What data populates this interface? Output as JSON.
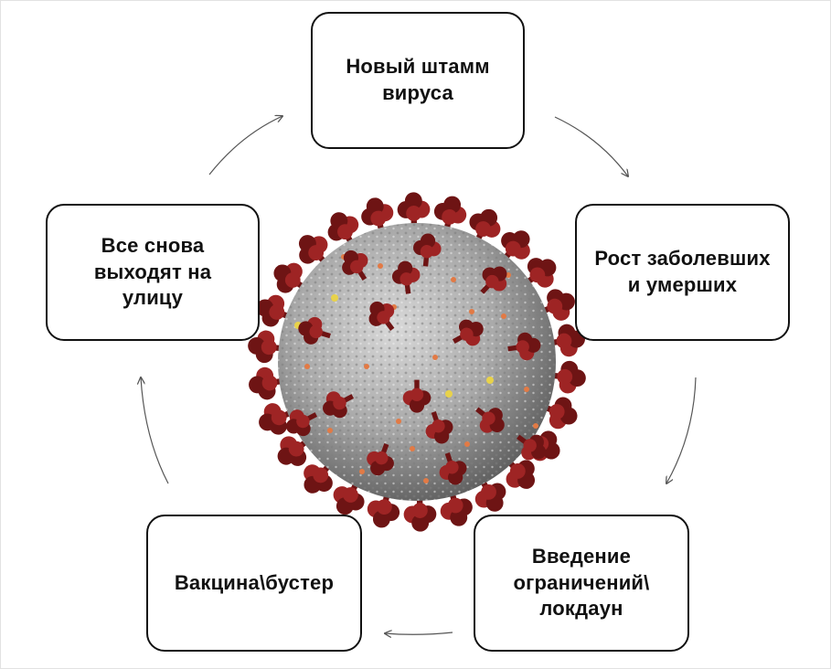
{
  "cycle": {
    "steps": [
      {
        "label": "Новый штамм\nвируса"
      },
      {
        "label": "Рост заболевших\nи умерших"
      },
      {
        "label": "Введение\nограничений\\\nлокдаун"
      },
      {
        "label": "Вакцина\\бустер"
      },
      {
        "label": "Все снова\nвыходят на\nулицу"
      }
    ]
  },
  "icons": {
    "center": "coronavirus-icon",
    "arrows": "arrow-icon"
  },
  "colors": {
    "box_border": "#111111",
    "spike": "#9e2424",
    "spike_dark": "#6e1414",
    "body": "#b7b7b7",
    "body_shade": "#6f6f6f",
    "protein_orange": "#e27a45",
    "protein_yellow": "#e8d24a",
    "arrow": "#555555"
  }
}
